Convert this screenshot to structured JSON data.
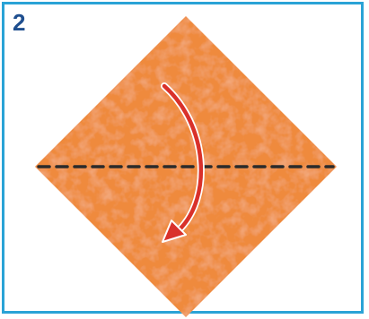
{
  "step": {
    "number": "2"
  },
  "colors": {
    "frame_border": "#2aa3d6",
    "step_number": "#1f4f8f",
    "paper": "#ef8a3c",
    "paper_texture": "#f6b27a",
    "fold_line": "#2b2b2b",
    "arrow": "#d9312b",
    "arrow_outline": "#ffffff"
  },
  "diagram": {
    "shape": "diamond-paper",
    "fold_line_style": "dashed",
    "arrow_direction": "top-to-bottom"
  }
}
